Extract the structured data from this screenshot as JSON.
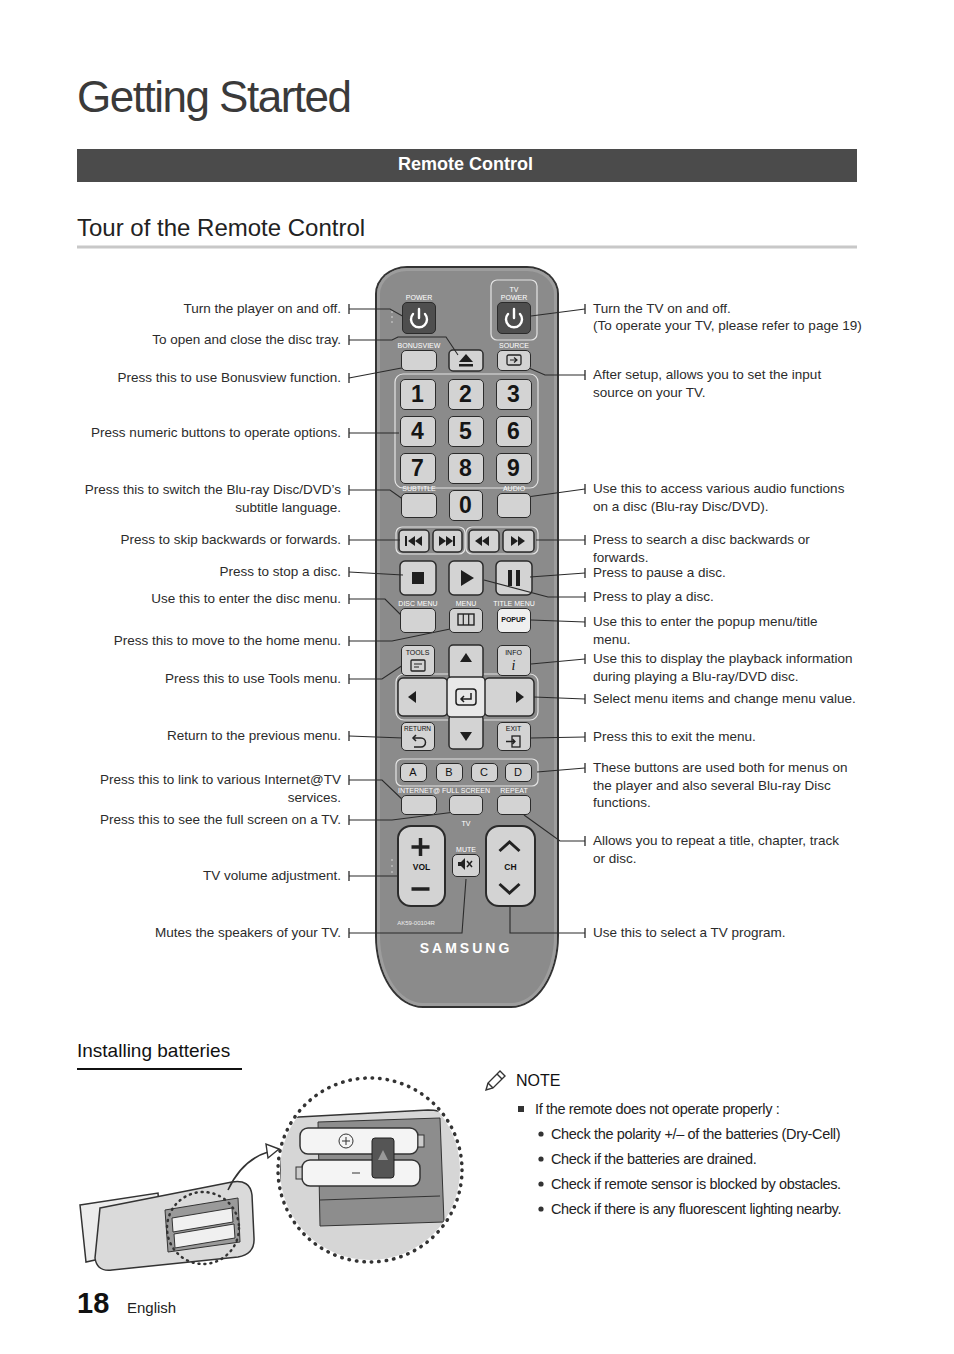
{
  "diagram": {
    "title": "Getting Started",
    "nodes": [
      {
        "text": [
          "Remote Control"
        ]
      },
      {
        "text": [
          "TV",
          "AK59-00104R",
          "SAMSUNG"
        ]
      },
      {
        "text": [
          "POWER"
        ],
        "in": 1
      },
      {
        "text": [
          "TV POWER"
        ],
        "in": 1
      },
      {
        "text": [
          "BONUSVIEW"
        ],
        "in": 1
      },
      {
        "text": [
          "SOURCE"
        ],
        "in": 1
      },
      {
        "text": [
          "1"
        ],
        "in": 1
      },
      {
        "text": [
          "2"
        ],
        "in": 1
      },
      {
        "text": [
          "3"
        ],
        "in": 1
      },
      {
        "text": [
          "4"
        ],
        "in": 1
      },
      {
        "text": [
          "5"
        ],
        "in": 1
      },
      {
        "text": [
          "6"
        ],
        "in": 1
      },
      {
        "text": [
          "7"
        ],
        "in": 1
      },
      {
        "text": [
          "8"
        ],
        "in": 1
      },
      {
        "text": [
          "9"
        ],
        "in": 1
      },
      {
        "text": [
          "SUBTITLE"
        ],
        "in": 1
      },
      {
        "text": [
          "0"
        ],
        "in": 1
      },
      {
        "text": [
          "AUDIO"
        ],
        "in": 1
      },
      {
        "text": [
          "DISC MENU"
        ],
        "in": 1
      },
      {
        "text": [
          "MENU"
        ],
        "in": 1
      },
      {
        "text": [
          "TITLE MENU",
          "POPUP"
        ],
        "in": 1
      },
      {
        "text": [
          "TOOLS"
        ],
        "in": 1
      },
      {
        "text": [
          "INFO",
          "i"
        ],
        "in": 1
      },
      {
        "text": [
          "RETURN"
        ],
        "in": 1
      },
      {
        "text": [
          "EXIT"
        ],
        "in": 1
      },
      {
        "text": [
          "A"
        ],
        "in": 1
      },
      {
        "text": [
          "B"
        ],
        "in": 1
      },
      {
        "text": [
          "C"
        ],
        "in": 1
      },
      {
        "text": [
          "D"
        ],
        "in": 1
      },
      {
        "text": [
          "INTERNET@"
        ],
        "in": 1
      },
      {
        "text": [
          "FULL SCREEN"
        ],
        "in": 1
      },
      {
        "text": [
          "REPEAT"
        ],
        "in": 1
      },
      {
        "text": [
          "VOL"
        ],
        "in": 1
      },
      {
        "text": [
          "MUTE"
        ],
        "in": 1
      },
      {
        "text": [
          "CH"
        ],
        "in": 1
      }
    ],
    "labels": [
      "Tour of the Remote Control",
      "Turn the player on and off.",
      "To open and close the disc tray.",
      "Press this to use Bonusview function.",
      "Press numeric buttons to operate options.",
      "Press this to switch the Blu-ray Disc/DVD’s subtitle language.",
      "Press to skip backwards or forwards.",
      "Press to stop a disc.",
      "Use this to enter the disc menu.",
      "Press this to move to the home menu.",
      "Press this to use Tools menu.",
      "Return to the previous menu.",
      "Press this to link to various Internet@TV services.",
      "Press this to see the full screen on a TV.",
      "TV volume adjustment.",
      "Mutes the speakers of your TV.",
      "Turn the TV on and off.",
      "(To operate your TV, please refer to page 19)",
      "After setup, allows you to set the input source on your TV.",
      "Use this to access various audio functions on a disc (Blu-ray Disc/DVD).",
      "Press to search a disc backwards or forwards.",
      "Press to pause a disc.",
      "Press to play a disc.",
      "Use this to enter the popup menu/title menu.",
      "Use this to display the playback information during playing a Blu-ray/DVD disc.",
      "Select menu items and change menu value.",
      "Press this to exit the menu.",
      "These buttons are used both for menus on the player and also several Blu-ray Disc functions.",
      "Allows you to repeat a title, chapter, track or disc.",
      "Use this to select a TV program.",
      "Installing batteries",
      "NOTE",
      "If the remote does not operate properly :",
      "Check the polarity +/– of the batteries (Dry-Cell)",
      "Check if the batteries are drained.",
      "Check if remote sensor is blocked by obstacles.",
      "Check if there is any fluorescent lighting nearby.",
      "18",
      "English"
    ]
  }
}
